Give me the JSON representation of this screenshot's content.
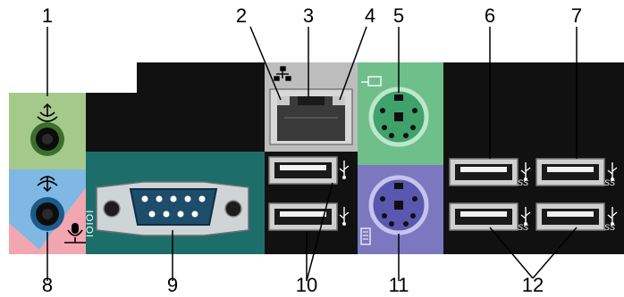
{
  "callouts": {
    "c1": "1",
    "c2": "2",
    "c3": "3",
    "c4": "4",
    "c5": "5",
    "c6": "6",
    "c7": "7",
    "c8": "8",
    "c9": "9",
    "c10": "10",
    "c11": "11",
    "c12": "12"
  },
  "panel_text": {
    "serial_marker": "IOIOI",
    "usb_superspeed_mark": "SS"
  },
  "colors": {
    "panel_black": "#111111",
    "audio_line_out_green": "#a5c98a",
    "audio_mic_pink": "#f2a6b0",
    "audio_line_in_blue": "#7fb8e3",
    "serial_teal": "#1d6d6a",
    "mouse_ps2_green": "#6fbf8a",
    "keyboard_ps2_purple": "#7b78c0",
    "network_grey": "#bdbdbd"
  },
  "icons": {
    "line_out": "line-out-icon",
    "line_in": "line-in-icon",
    "microphone": "microphone-icon",
    "network": "network-icon",
    "mouse": "mouse-icon",
    "keyboard": "keyboard-icon",
    "usb": "usb-icon"
  }
}
